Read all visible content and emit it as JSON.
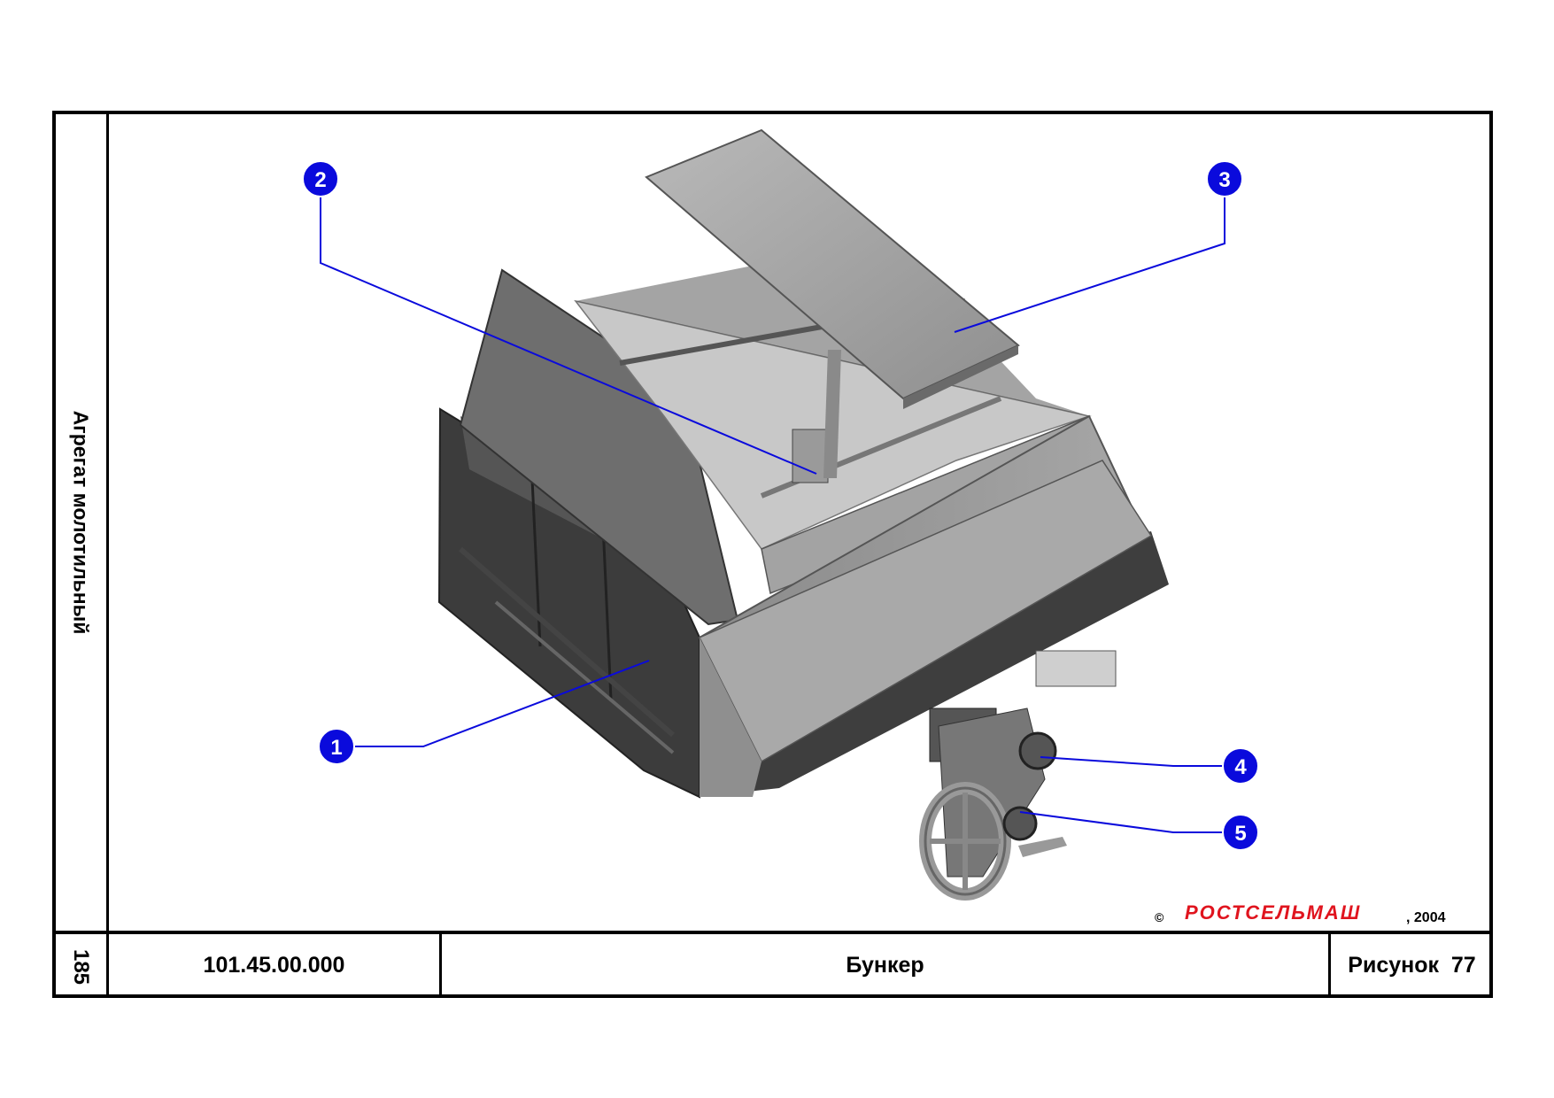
{
  "sidebar": {
    "title": "Агрегат молотильный",
    "page_number": "185"
  },
  "footer": {
    "part_number": "101.45.00.000",
    "caption": "Бункер",
    "figure_label": "Рисунок  77"
  },
  "copyright": {
    "symbol": "©",
    "brand": "РОСТСЕЛЬМАШ",
    "year": ", 2004",
    "brand_color": "#e0141e"
  },
  "callouts": [
    {
      "id": "1",
      "label": "1"
    },
    {
      "id": "2",
      "label": "2"
    },
    {
      "id": "3",
      "label": "3"
    },
    {
      "id": "4",
      "label": "4"
    },
    {
      "id": "5",
      "label": "5"
    }
  ],
  "callout_color": "#0a0adc"
}
